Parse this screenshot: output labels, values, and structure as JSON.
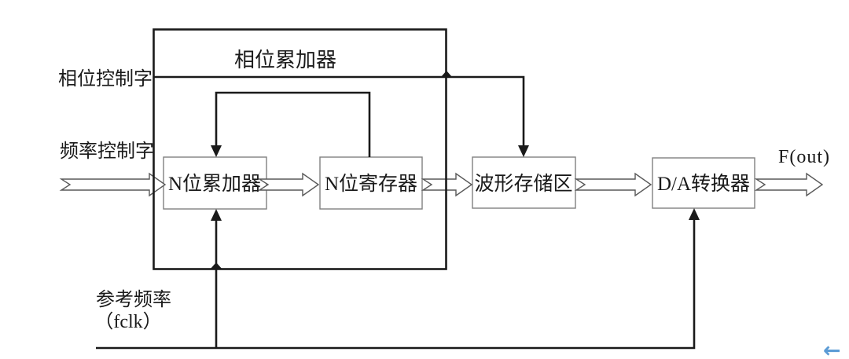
{
  "diagram": {
    "type": "block-diagram",
    "subject": "DDS direct digital synthesizer architecture",
    "title": "相位累加器",
    "labels": {
      "phase_control_word": "相位控制字",
      "frequency_control_word": "频率控制字",
      "reference_frequency_line1": "参考频率",
      "reference_frequency_line2": "（fclk）",
      "output": "F(out)"
    },
    "blocks": {
      "accumulator": "N位累加器",
      "register": "N位寄存器",
      "waveform_memory": "波形存储区",
      "dac": "D/A转换器"
    },
    "connections": [
      "频率控制字 → N位累加器 (hollow arrow)",
      "N位累加器 → N位寄存器 (hollow arrow)",
      "N位寄存器 → 波形存储区 (hollow arrow)",
      "波形存储区 → D/A转换器 (hollow arrow)",
      "D/A转换器 → F(out) (hollow arrow)",
      "N位寄存器 → N位累加器 (feedback line)",
      "相位控制字 → 波形存储区 (line)",
      "参考频率 (fclk) → N位累加器, D/A转换器 (clock line)"
    ],
    "colors": {
      "background": "#ffffff",
      "thick_line": "#1a1a1a",
      "box_stroke": "#808080",
      "hollow_arrow_stroke": "#595959",
      "text": "#1a1a1a",
      "back_arrow_blue": "#5b9bd5"
    },
    "icons": {
      "back_arrow": "←"
    }
  }
}
